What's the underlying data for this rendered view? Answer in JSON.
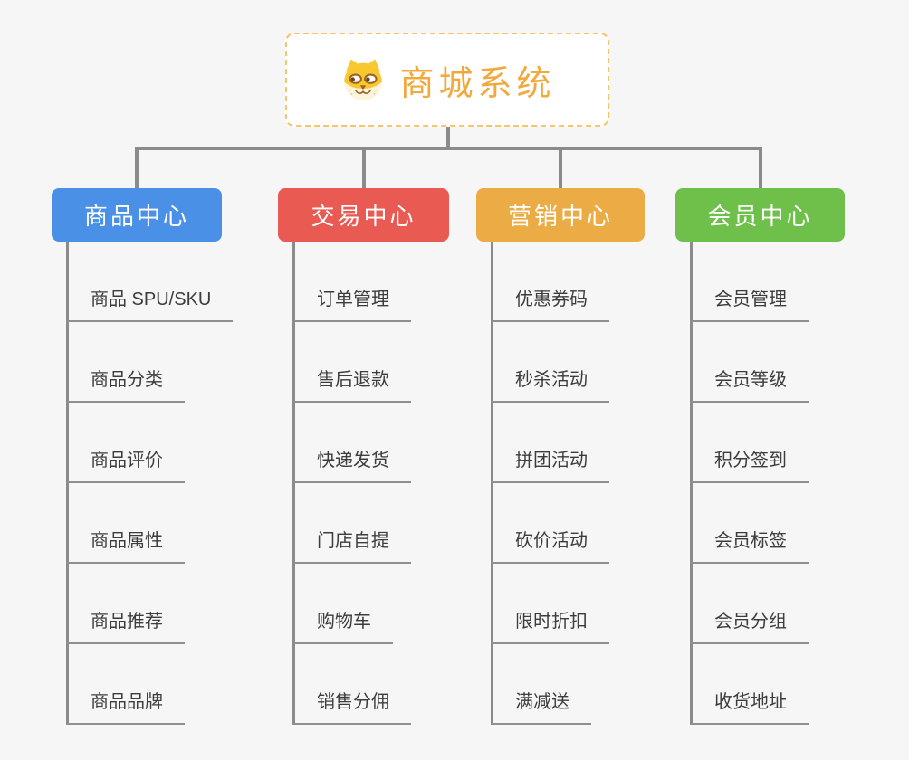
{
  "root": {
    "title": "商城系统",
    "icon": "dog-face-icon",
    "title_color": "#f2a93c",
    "border_color": "#f6c469"
  },
  "connector_color": "#8b8b8b",
  "underline_color": "#8f8f8f",
  "child_text_color": "#3c3c3c",
  "background_color": "#f6f6f6",
  "branches": [
    {
      "label": "商品中心",
      "color": "#4a90e6",
      "children": [
        "商品 SPU/SKU",
        "商品分类",
        "商品评价",
        "商品属性",
        "商品推荐",
        "商品品牌"
      ]
    },
    {
      "label": "交易中心",
      "color": "#e95a52",
      "children": [
        "订单管理",
        "售后退款",
        "快递发货",
        "门店自提",
        "购物车",
        "销售分佣"
      ]
    },
    {
      "label": "营销中心",
      "color": "#ecac45",
      "children": [
        "优惠券码",
        "秒杀活动",
        "拼团活动",
        "砍价活动",
        "限时折扣",
        "满减送"
      ]
    },
    {
      "label": "会员中心",
      "color": "#6fbf4b",
      "children": [
        "会员管理",
        "会员等级",
        "积分签到",
        "会员标签",
        "会员分组",
        "收货地址"
      ]
    }
  ]
}
